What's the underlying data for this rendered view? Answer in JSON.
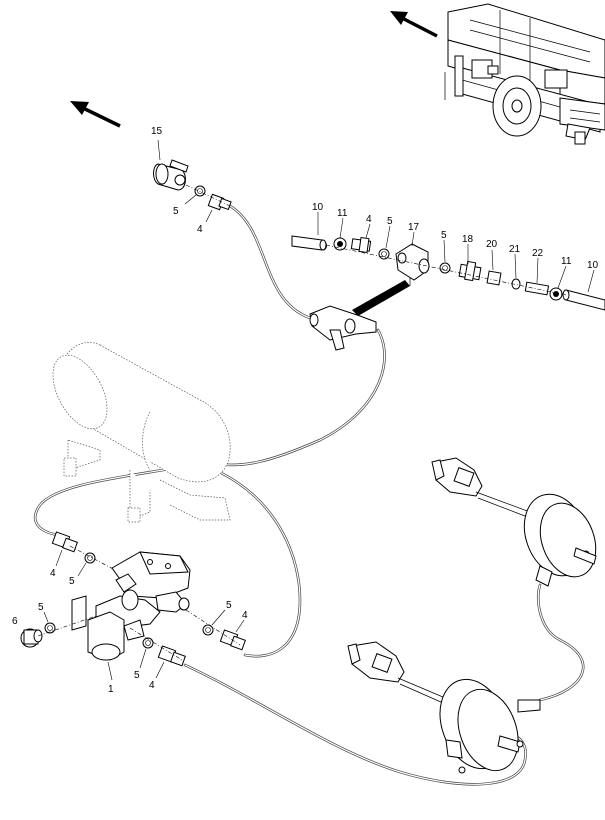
{
  "labels": [
    {
      "id": "lbl-15",
      "text": "15"
    },
    {
      "id": "lbl-5-top",
      "text": "5"
    },
    {
      "id": "lbl-4-top",
      "text": "4"
    },
    {
      "id": "lbl-10-left",
      "text": "10"
    },
    {
      "id": "lbl-11-left",
      "text": "11"
    },
    {
      "id": "lbl-4-row",
      "text": "4"
    },
    {
      "id": "lbl-5-row-a",
      "text": "5"
    },
    {
      "id": "lbl-17",
      "text": "17"
    },
    {
      "id": "lbl-5-row-b",
      "text": "5"
    },
    {
      "id": "lbl-18",
      "text": "18"
    },
    {
      "id": "lbl-20",
      "text": "20"
    },
    {
      "id": "lbl-21",
      "text": "21"
    },
    {
      "id": "lbl-22",
      "text": "22"
    },
    {
      "id": "lbl-11-right",
      "text": "11"
    },
    {
      "id": "lbl-10-right",
      "text": "10"
    },
    {
      "id": "lbl-4-valve-top",
      "text": "4"
    },
    {
      "id": "lbl-5-valve-top",
      "text": "5"
    },
    {
      "id": "lbl-6",
      "text": "6"
    },
    {
      "id": "lbl-5-left",
      "text": "5"
    },
    {
      "id": "lbl-1",
      "text": "1"
    },
    {
      "id": "lbl-5-bottom",
      "text": "5"
    },
    {
      "id": "lbl-4-bottom",
      "text": "4"
    },
    {
      "id": "lbl-5-right",
      "text": "5"
    },
    {
      "id": "lbl-4-right",
      "text": "4"
    }
  ]
}
